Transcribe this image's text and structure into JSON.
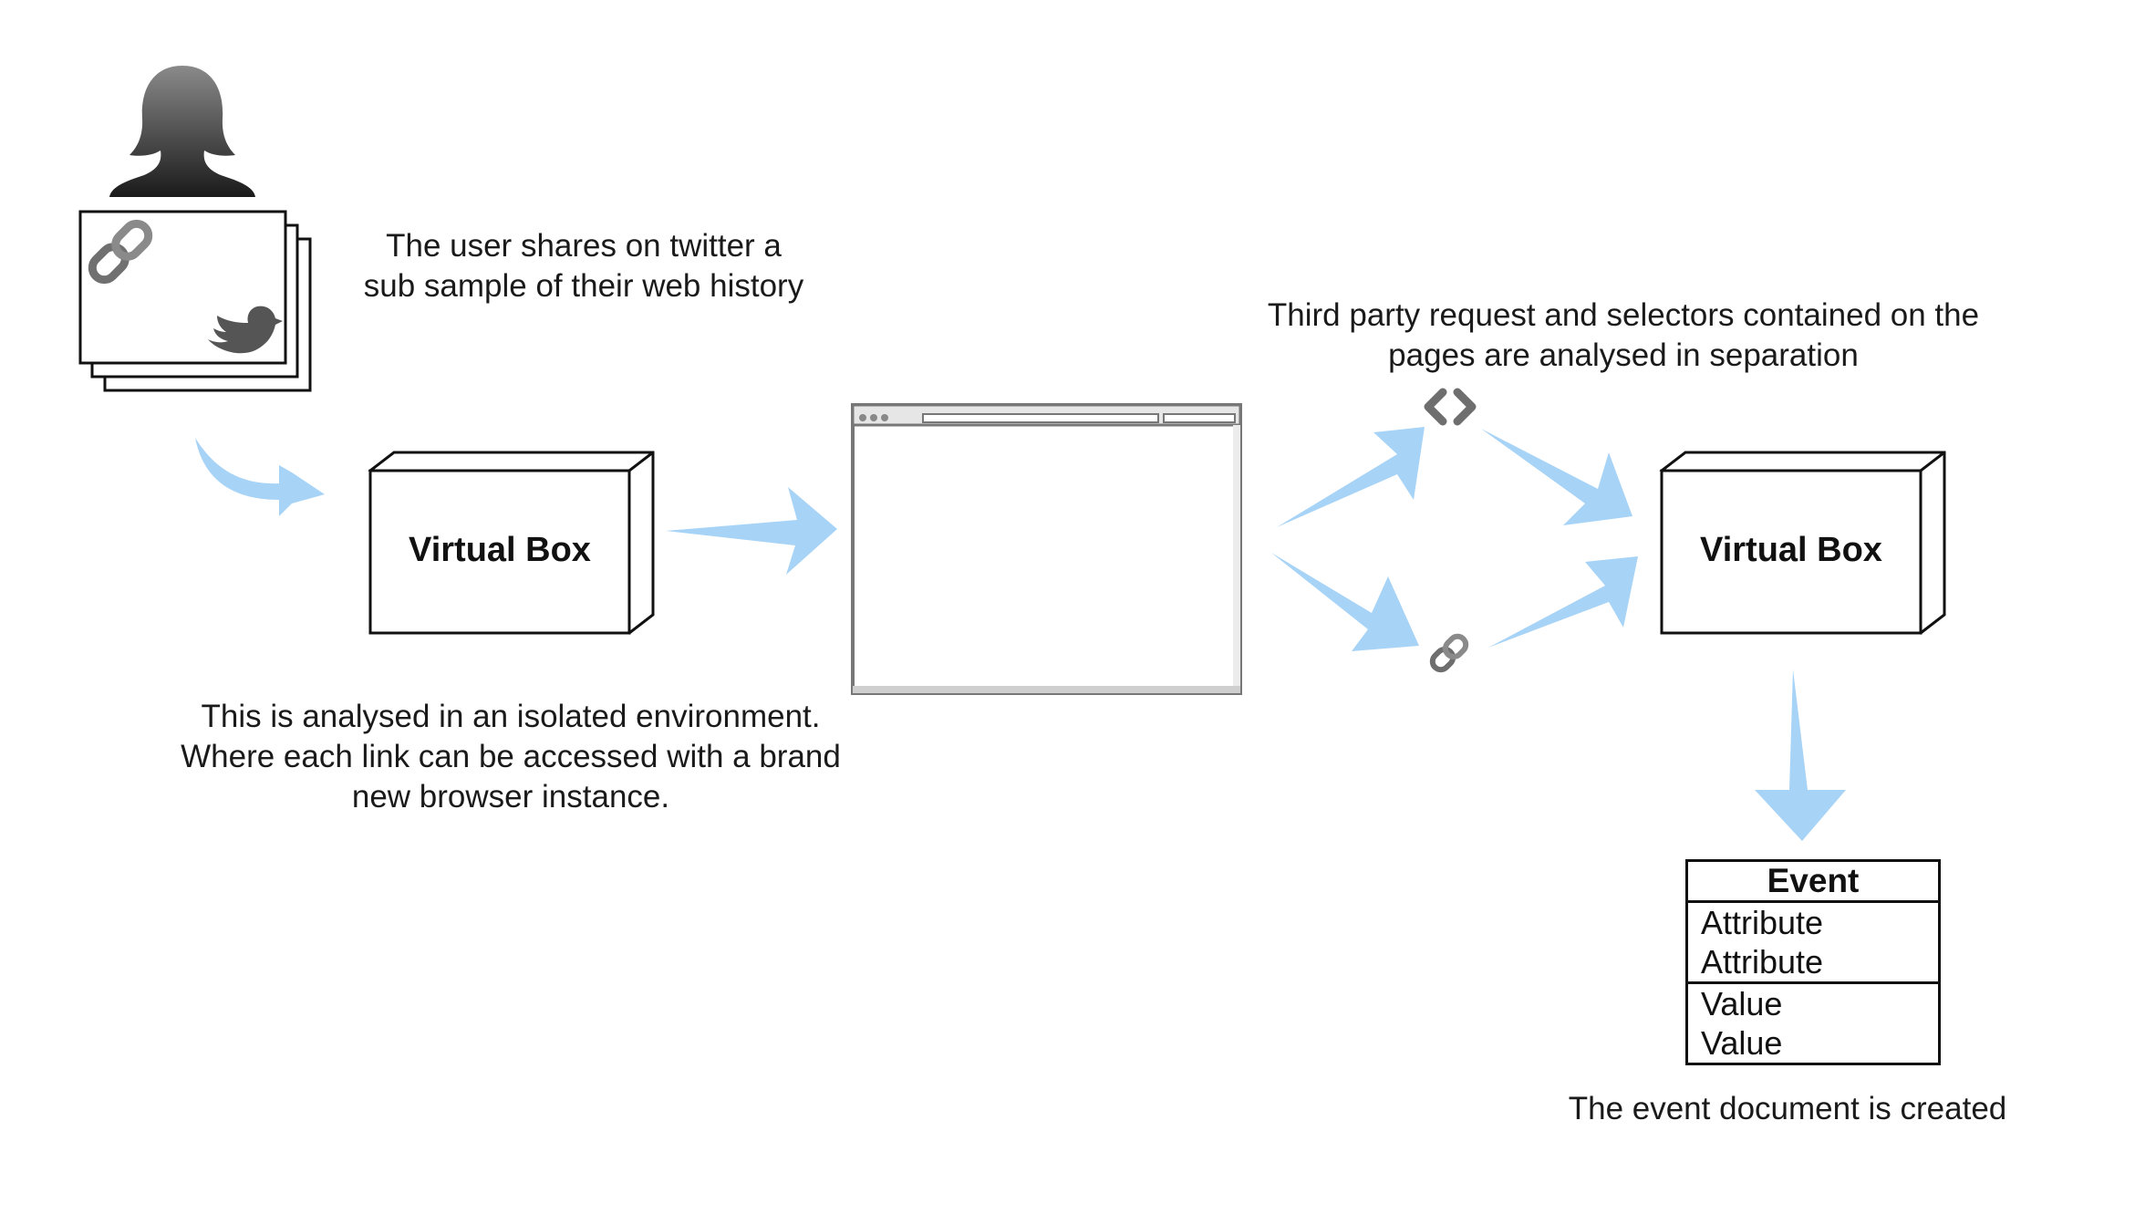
{
  "captions": {
    "user_share": [
      "The user shares on twitter a",
      "sub sample of their web history"
    ],
    "isolated": [
      "This is analysed in an isolated environment.",
      "Where each link can be accessed with a brand",
      "new browser instance."
    ],
    "third_party": [
      "Third party request and selectors contained on the",
      "pages are analysed in separation"
    ],
    "event_created": [
      "The event document is created"
    ]
  },
  "virtual_box_1": {
    "label": "Virtual Box"
  },
  "virtual_box_2": {
    "label": "Virtual Box"
  },
  "event": {
    "title": "Event",
    "attributes": [
      "Attribute",
      "Attribute"
    ],
    "values": [
      "Value",
      "Value"
    ]
  },
  "icons": {
    "user": "person-silhouette-icon",
    "link": "chain-link-icon",
    "twitter": "twitter-bird-icon",
    "selector": "code-brackets-icon",
    "browser": "browser-window-icon"
  },
  "colors": {
    "arrow": "#a7d3f7",
    "icon_gray": "#6e6e6e",
    "box_stroke": "#111111"
  }
}
